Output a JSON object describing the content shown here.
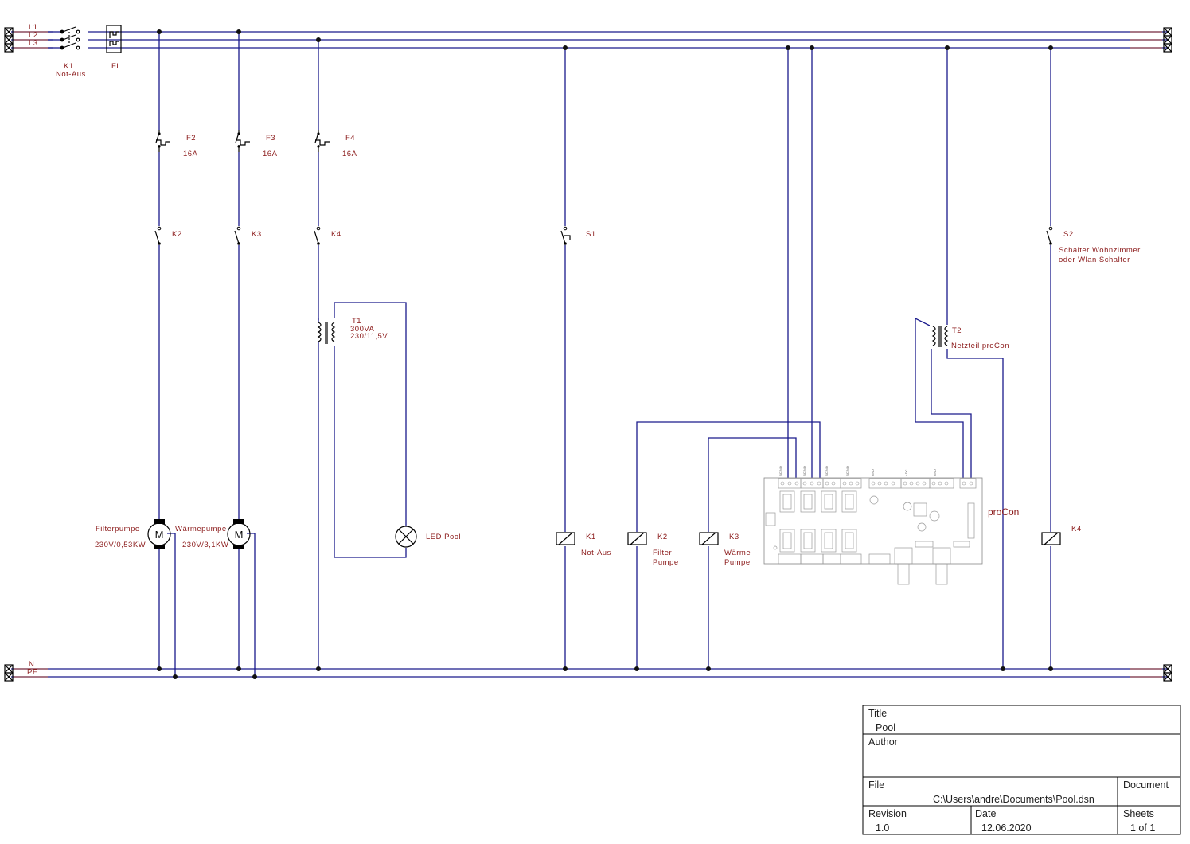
{
  "rails": {
    "L1": "L1",
    "L2": "L2",
    "L3": "L3",
    "N": "N",
    "PE": "PE"
  },
  "main_switch": {
    "ref": "K1",
    "name": "Not-Aus"
  },
  "rcd": {
    "ref": "FI"
  },
  "fuses": [
    {
      "ref": "F2",
      "rating": "16A"
    },
    {
      "ref": "F3",
      "rating": "16A"
    },
    {
      "ref": "F4",
      "rating": "16A"
    }
  ],
  "contacts": [
    {
      "ref": "K2"
    },
    {
      "ref": "K3"
    },
    {
      "ref": "K4"
    }
  ],
  "switch_s1": {
    "ref": "S1"
  },
  "switch_s2": {
    "ref": "S2",
    "line1": "Schalter Wohnzimmer",
    "line2": "oder Wlan Schalter"
  },
  "motors": [
    {
      "name": "Filterpumpe",
      "rating": "230V/0,53KW",
      "symbol": "M"
    },
    {
      "name": "Wärmepumpe",
      "rating": "230V/3,1KW",
      "symbol": "M"
    }
  ],
  "transformer_t1": {
    "ref": "T1",
    "power": "300VA",
    "ratio": "230/11,5V"
  },
  "lamp": {
    "name": "LED Pool"
  },
  "transformer_t2": {
    "ref": "T2",
    "name": "Netzteil proCon"
  },
  "coils": [
    {
      "ref": "K1",
      "line1": "Not-Aus",
      "line2": ""
    },
    {
      "ref": "K2",
      "line1": "Filter",
      "line2": "Pumpe"
    },
    {
      "ref": "K3",
      "line1": "Wärme",
      "line2": "Pumpe"
    },
    {
      "ref": "K4",
      "line1": "",
      "line2": ""
    }
  ],
  "controller": {
    "name": "proCon"
  },
  "title_block": {
    "title_label": "Title",
    "title": "Pool",
    "author_label": "Author",
    "author": "",
    "file_label": "File",
    "file": "C:\\Users\\andre\\Documents\\Pool.dsn",
    "document_label": "Document",
    "revision_label": "Revision",
    "revision": "1.0",
    "date_label": "Date",
    "date": "12.06.2020",
    "sheets_label": "Sheets",
    "sheets": "1 of 1"
  },
  "colors": {
    "wire": "#1a1a8c",
    "label": "#8b1a1a",
    "symbol": "#000000"
  }
}
